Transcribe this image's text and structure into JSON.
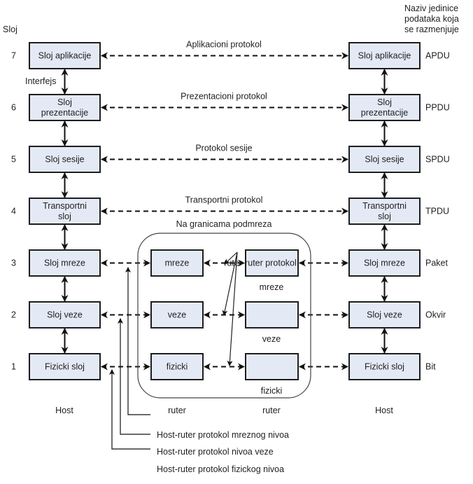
{
  "header": {
    "layer_column_title": "Sloj",
    "unit_column_title": [
      "Naziv jedinice",
      "podataka koja",
      "se razmenjuje"
    ]
  },
  "layers": [
    {
      "number": "7",
      "host_label": [
        "Sloj aplikacije"
      ],
      "protocol": "Aplikacioni protokol",
      "unit": "APDU"
    },
    {
      "number": "6",
      "host_label": [
        "Sloj",
        "prezentacije"
      ],
      "protocol": "Prezentacioni protokol",
      "unit": "PPDU"
    },
    {
      "number": "5",
      "host_label": [
        "Sloj sesije"
      ],
      "protocol": "Protokol sesije",
      "unit": "SPDU"
    },
    {
      "number": "4",
      "host_label": [
        "Transportni",
        "sloj"
      ],
      "protocol": "Transportni protokol",
      "unit": "TPDU"
    },
    {
      "number": "3",
      "host_label": [
        "Sloj mreze"
      ],
      "router_label": "mreze",
      "router2_label": "mreze",
      "unit": "Paket"
    },
    {
      "number": "2",
      "host_label": [
        "Sloj veze"
      ],
      "router_label": "veze",
      "router2_label": "veze",
      "unit": "Okvir"
    },
    {
      "number": "1",
      "host_label": [
        "Fizicki sloj"
      ],
      "router_label": "fizicki",
      "router2_label": "fizicki",
      "unit": "Bit"
    }
  ],
  "interface_label": "Interfejs",
  "subnet_boundary_label": "Na granicama podmreza",
  "router_router_protocol_label": "ruter-ruter protokol",
  "bottom_labels": {
    "left_host": "Host",
    "router1": "ruter",
    "router2": "ruter",
    "right_host": "Host"
  },
  "legend": [
    "Host-ruter protokol mreznog nivoa",
    "Host-ruter protokol nivoa veze",
    "Host-ruter protokol fizickog nivoa"
  ],
  "colors": {
    "box_fill": "#e4eaf5",
    "line": "#111111"
  }
}
